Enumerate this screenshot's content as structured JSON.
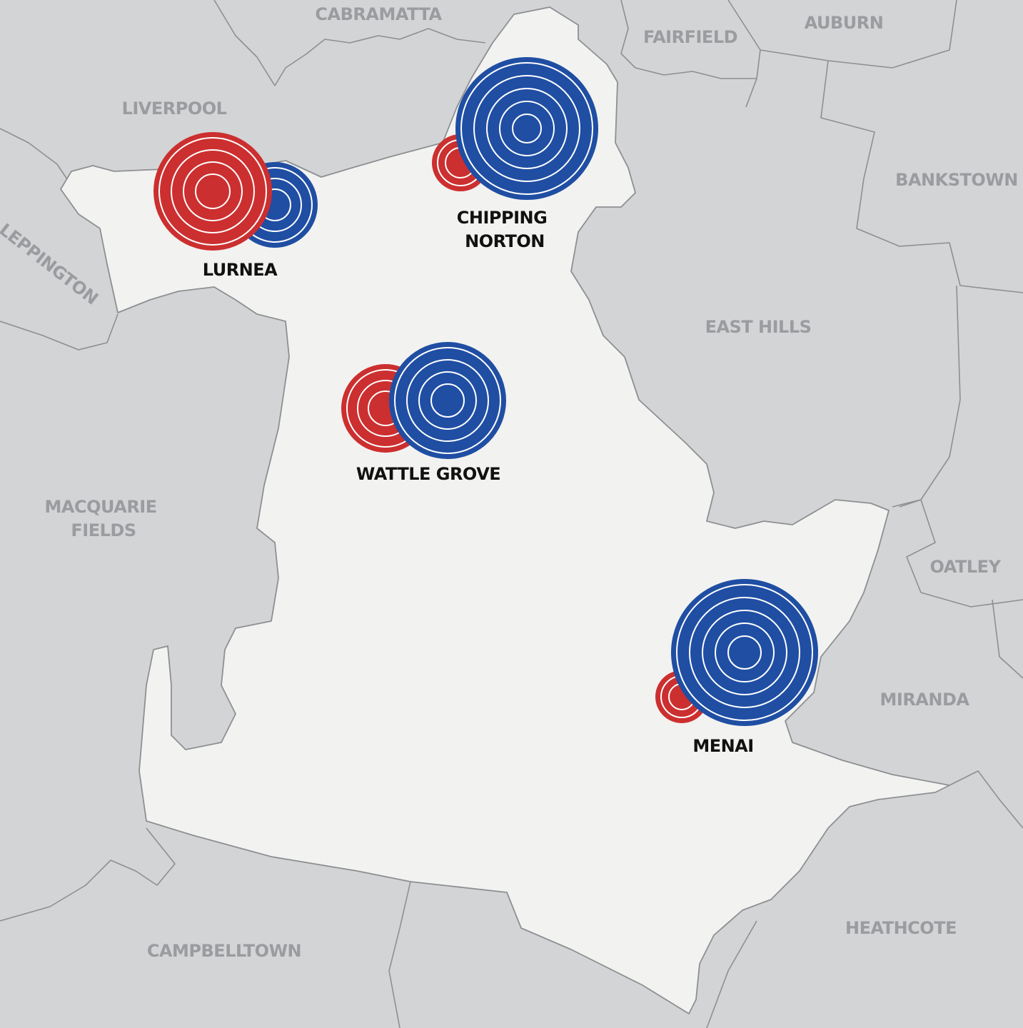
{
  "colors": {
    "background": "#d3d4d6",
    "district_fill": "#f2f2f0",
    "border": "#8d8f92",
    "neighbour_label": "#9a9c9f",
    "place_label": "#111111",
    "red_marker": "#cc2f2f",
    "blue_marker": "#1f4ea3",
    "ring": "#ffffff"
  },
  "neighbours": [
    {
      "id": "cabramatta",
      "lines": [
        "CABRAMATTA"
      ]
    },
    {
      "id": "fairfield",
      "lines": [
        "FAIRFIELD"
      ]
    },
    {
      "id": "auburn",
      "lines": [
        "AUBURN"
      ]
    },
    {
      "id": "liverpool",
      "lines": [
        "LIVERPOOL"
      ]
    },
    {
      "id": "bankstown",
      "lines": [
        "BANKSTOWN"
      ]
    },
    {
      "id": "leppington",
      "lines": [
        "LEPPINGTON"
      ]
    },
    {
      "id": "east-hills",
      "lines": [
        "EAST HILLS"
      ]
    },
    {
      "id": "macquarie-fields",
      "lines": [
        "MACQUARIE",
        "FIELDS"
      ]
    },
    {
      "id": "oatley",
      "lines": [
        "OATLEY"
      ]
    },
    {
      "id": "miranda",
      "lines": [
        "MIRANDA"
      ]
    },
    {
      "id": "heathcote",
      "lines": [
        "HEATHCOTE"
      ]
    },
    {
      "id": "campbelltown",
      "lines": [
        "CAMPBELLTOWN"
      ]
    }
  ],
  "places": [
    {
      "id": "lurnea",
      "lines": [
        "LURNEA"
      ],
      "markers": [
        "red-large",
        "blue-small"
      ]
    },
    {
      "id": "chipping-norton",
      "lines": [
        "CHIPPING",
        "NORTON"
      ],
      "markers": [
        "red-small",
        "blue-large"
      ]
    },
    {
      "id": "wattle-grove",
      "lines": [
        "WATTLE GROVE"
      ],
      "markers": [
        "red-medium",
        "blue-medium"
      ]
    },
    {
      "id": "menai",
      "lines": [
        "MENAI"
      ],
      "markers": [
        "red-small",
        "blue-large"
      ]
    }
  ]
}
